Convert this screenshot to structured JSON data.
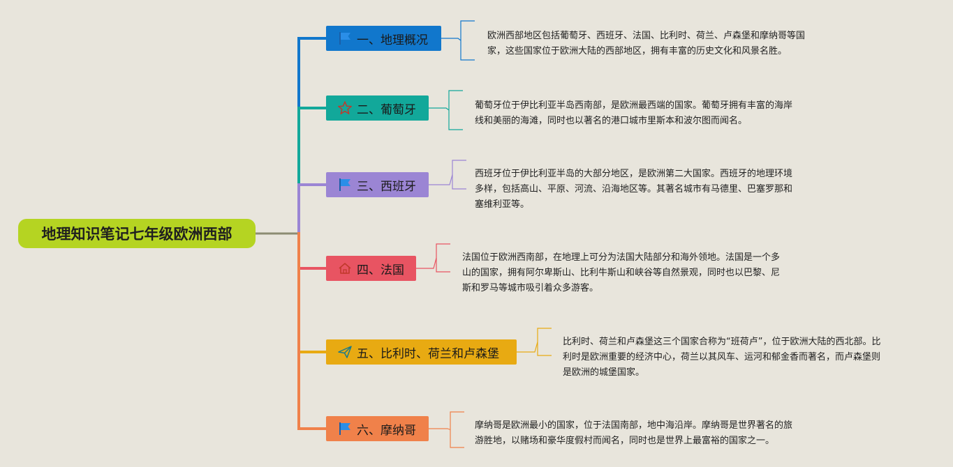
{
  "root": {
    "title": "地理知识笔记七年级欧洲西部"
  },
  "branches": [
    {
      "label": "一、地理概况",
      "icon": "flag-icon",
      "color": "#1177cc",
      "desc": [
        "欧洲西部地区包括葡萄牙、西班牙、法国、比利时、荷兰、卢森堡和摩纳哥等国",
        "家，这些国家位于欧洲大陆的西部地区，拥有丰富的历史文化和风景名胜。"
      ]
    },
    {
      "label": "二、葡萄牙",
      "icon": "star-icon",
      "color": "#12a89a",
      "desc": [
        "葡萄牙位于伊比利亚半岛西南部，是欧洲最西端的国家。葡萄牙拥有丰富的海岸",
        "线和美丽的海滩，同时也以著名的港口城市里斯本和波尔图而闻名。"
      ]
    },
    {
      "label": "三、西班牙",
      "icon": "flag-icon",
      "color": "#9b85d4",
      "desc": [
        "西班牙位于伊比利亚半岛的大部分地区，是欧洲第二大国家。西班牙的地理环境",
        "多样，包括高山、平原、河流、沿海地区等。其著名城市有马德里、巴塞罗那和",
        "塞维利亚等。"
      ]
    },
    {
      "label": "四、法国",
      "icon": "home-icon",
      "color": "#e85462",
      "desc": [
        "法国位于欧洲西南部，在地理上可分为法国大陆部分和海外领地。法国是一个多",
        "山的国家，拥有阿尔卑斯山、比利牛斯山和峡谷等自然景观，同时也以巴黎、尼",
        "斯和罗马等城市吸引着众多游客。"
      ]
    },
    {
      "label": "五、比利时、荷兰和卢森堡",
      "icon": "paper-plane-icon",
      "color": "#e8aa12",
      "desc": [
        "比利时、荷兰和卢森堡这三个国家合称为“班荷卢”，位于欧洲大陆的西北部。比",
        "利时是欧洲重要的经济中心，荷兰以其风车、运河和郁金香而著名，而卢森堡则",
        "是欧洲的城堡国家。"
      ]
    },
    {
      "label": "六、摩纳哥",
      "icon": "flag-icon",
      "color": "#f0814a",
      "desc": [
        "摩纳哥是欧洲最小的国家，位于法国南部，地中海沿岸。摩纳哥是世界著名的旅",
        "游胜地，以赌场和豪华度假村而闻名，同时也是世界上最富裕的国家之一。"
      ]
    }
  ],
  "colors": {
    "background": "#e8e5dc",
    "root": "#b5d422"
  }
}
